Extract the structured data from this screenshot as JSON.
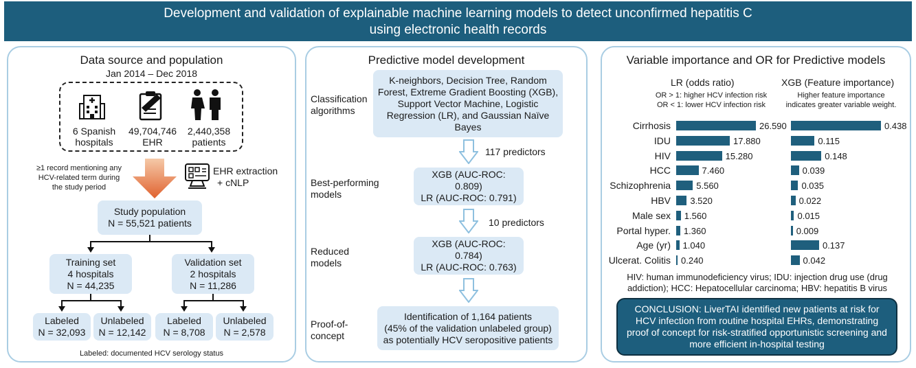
{
  "header": {
    "title_line1": "Development and validation of explainable machine learning models to detect unconfirmed hepatitis C",
    "title_line2": "using electronic health records"
  },
  "panel1": {
    "title": "Data source and population",
    "date_range": "Jan 2014 – Dec 2018",
    "sources": [
      {
        "icon": "hospital-icon",
        "line1": "6 Spanish",
        "line2": "hospitals"
      },
      {
        "icon": "clipboard-icon",
        "line1": "49,704,746",
        "line2": "EHR"
      },
      {
        "icon": "patients-icon",
        "line1": "2,440,358",
        "line2": "patients"
      }
    ],
    "criteria": [
      "≥1 record mentioning any",
      "HCV-related term during",
      "the study period"
    ],
    "extraction": [
      "EHR extraction",
      "+ cNLP"
    ],
    "study": {
      "line1": "Study population",
      "line2": "N = 55,521 patients"
    },
    "training": {
      "line1": "Training set",
      "line2": "4 hospitals",
      "line3": "N = 44,235"
    },
    "validation": {
      "line1": "Validation set",
      "line2": "2 hospitals",
      "line3": "N = 11,286"
    },
    "leaves": [
      {
        "line1": "Labeled",
        "line2": "N = 32,093"
      },
      {
        "line1": "Unlabeled",
        "line2": "N = 12,142"
      },
      {
        "line1": "Labeled",
        "line2": "N = 8,708"
      },
      {
        "line1": "Unlabeled",
        "line2": "N = 2,578"
      }
    ],
    "footnote": "Labeled: documented HCV serology status"
  },
  "panel2": {
    "title": "Predictive model development",
    "rows": [
      {
        "label": [
          "Classification",
          "algorithms"
        ],
        "box": [
          "K-neighbors, Decision Tree, Random",
          "Forest, Extreme Gradient Boosting (XGB),",
          "Support Vector Machine, Logistic",
          "Regression (LR), and Gaussian Naïve",
          "Bayes"
        ]
      },
      {
        "label": [
          "Best-performing",
          "models"
        ],
        "box": [
          "XGB (AUC-ROC:",
          "0.809)",
          "LR (AUC-ROC: 0.791)"
        ]
      },
      {
        "label": [
          "Reduced",
          "models"
        ],
        "box": [
          "XGB (AUC-ROC:",
          "0.784)",
          "LR (AUC-ROC: 0.763)"
        ]
      },
      {
        "label": [
          "Proof-of-",
          "concept"
        ],
        "box": [
          "Identification of 1,164 patients",
          "(45% of the validation unlabeled group)",
          "as potentially HCV seropositive patients"
        ]
      }
    ],
    "arrows": [
      "117 predictors",
      "10 predictors",
      ""
    ]
  },
  "panel3": {
    "title": "Variable importance and OR for Predictive models",
    "lr_header": "LR (odds ratio)",
    "lr_note": [
      "OR > 1: higher HCV infection risk",
      "OR < 1: lower HCV infection risk"
    ],
    "xgb_header": "XGB (Feature importance)",
    "xgb_note": [
      "Higher feature importance",
      "indicates greater variable weight."
    ],
    "abbrev": [
      "HIV: human immunodeficiency virus; IDU: injection drug use (drug",
      "addiction); HCC: Hepatocellular carcinoma; HBV: hepatitis B virus"
    ],
    "conclusion": "CONCLUSION: LiverTAI identified new patients at risk for HCV infection from routine hospital EHRs, demonstrating proof of concept for risk-stratified opportunistic screening and more efficient in-hospital testing",
    "bar_color": "#1f5f7d"
  },
  "chart_data": [
    {
      "type": "bar",
      "title": "LR (odds ratio)",
      "categories": [
        "Cirrhosis",
        "IDU",
        "HIV",
        "HCC",
        "Schizophrenia",
        "HBV",
        "Male sex",
        "Portal hyper.",
        "Age (yr)",
        "Ulcerat. Colitis"
      ],
      "value_labels": [
        "26.590",
        "17.880",
        "15.280",
        "7.460",
        "5.560",
        "3.520",
        "1.560",
        "1.360",
        "1.040",
        "0.240"
      ],
      "values": [
        26.59,
        17.88,
        15.28,
        7.46,
        5.56,
        3.52,
        1.56,
        1.36,
        1.04,
        0.24
      ],
      "orientation": "horizontal",
      "xlim": [
        0,
        26.59
      ]
    },
    {
      "type": "bar",
      "title": "XGB (Feature importance)",
      "categories": [
        "Cirrhosis",
        "IDU",
        "HIV",
        "HCC",
        "Schizophrenia",
        "HBV",
        "Male sex",
        "Portal hyper.",
        "Age (yr)",
        "Ulcerat. Colitis"
      ],
      "value_labels": [
        "0.438",
        "0.115",
        "0.148",
        "0.039",
        "0.035",
        "0.022",
        "0.015",
        "0.009",
        "0.137",
        "0.042"
      ],
      "values": [
        0.438,
        0.115,
        0.148,
        0.039,
        0.035,
        0.022,
        0.015,
        0.009,
        0.137,
        0.042
      ],
      "orientation": "horizontal",
      "xlim": [
        0,
        0.438
      ]
    }
  ]
}
